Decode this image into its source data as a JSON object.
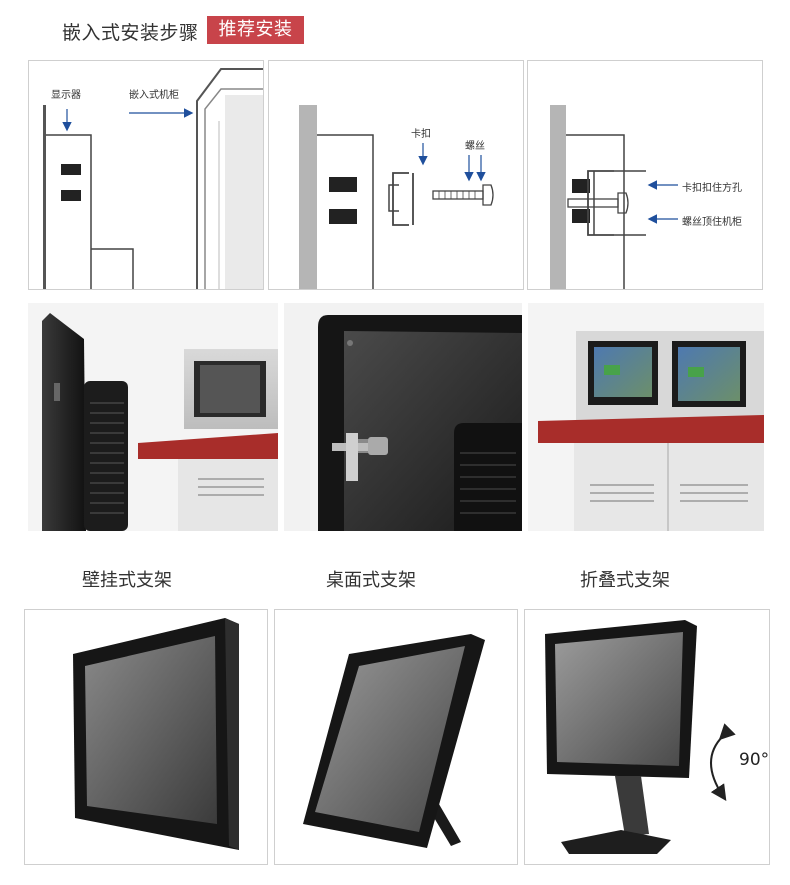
{
  "header": {
    "title": "嵌入式安装步骤",
    "tag": "推荐安装"
  },
  "diagram1": {
    "display_label": "显示器",
    "cabinet_label": "嵌入式机柜"
  },
  "diagram2": {
    "clip_label": "卡扣",
    "screw_label": "螺丝"
  },
  "diagram3": {
    "clip_label": "卡扣扣住方孔",
    "screw_label": "螺丝顶住机柜"
  },
  "stands": {
    "wall_label": "壁挂式支架",
    "desktop_label": "桌面式支架",
    "fold_label": "折叠式支架",
    "fold_angle": "90°"
  },
  "colors": {
    "tag_bg": "#c8444a",
    "desk_red": "#a82d2a",
    "arrow_blue": "#1f4f9c"
  }
}
